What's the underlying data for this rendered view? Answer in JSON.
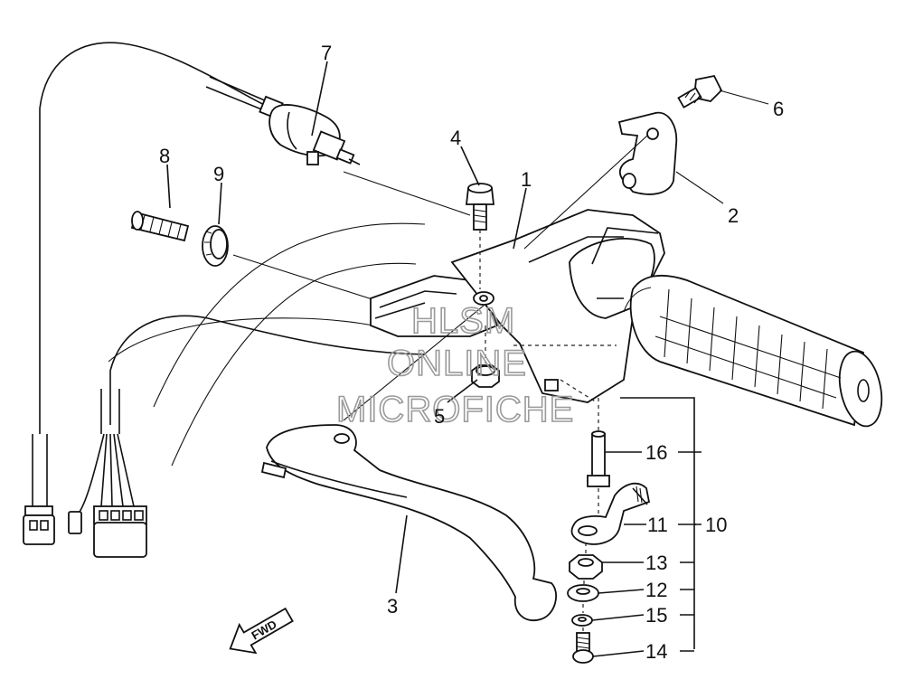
{
  "callouts": {
    "c1": "1",
    "c2": "2",
    "c3": "3",
    "c4": "4",
    "c5": "5",
    "c6": "6",
    "c7": "7",
    "c8": "8",
    "c9": "9",
    "c10": "10",
    "c11": "11",
    "c12": "12",
    "c13": "13",
    "c14": "14",
    "c15": "15",
    "c16": "16"
  },
  "watermark": {
    "line1": "HLSM",
    "line2": "ONLINE",
    "line3": "MICROFICHE"
  },
  "fwd_label": "FWD"
}
